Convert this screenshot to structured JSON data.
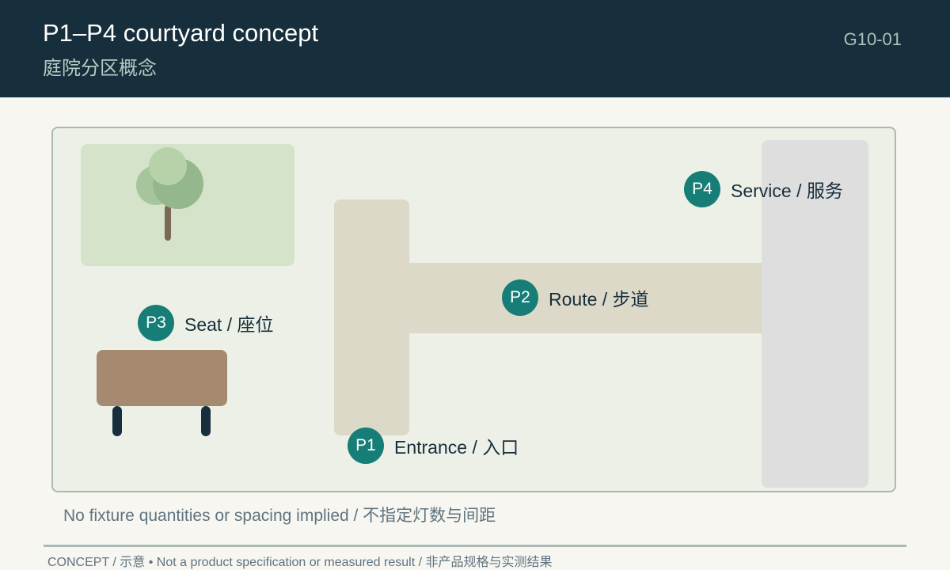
{
  "header": {
    "title": "P1–P4 courtyard concept",
    "subtitle": "庭院分区概念",
    "code": "G10-01"
  },
  "plan": {
    "zones": [
      {
        "id": "P1",
        "label": "Entrance / 入口"
      },
      {
        "id": "P2",
        "label": "Route / 步道"
      },
      {
        "id": "P3",
        "label": "Seat / 座位"
      },
      {
        "id": "P4",
        "label": "Service / 服务"
      }
    ],
    "colors": {
      "header_bg": "#172e3c",
      "badge": "#167e76",
      "plan_bg": "#ecf0e6",
      "path": "#ddd9c9",
      "garden": "#d4e3c9",
      "service": "#dedede",
      "bench": "#a58a70"
    }
  },
  "note": "No fixture quantities or spacing implied / 不指定灯数与间距",
  "footer": "CONCEPT / 示意 • Not a product specification or measured result / 非产品规格与实测结果"
}
